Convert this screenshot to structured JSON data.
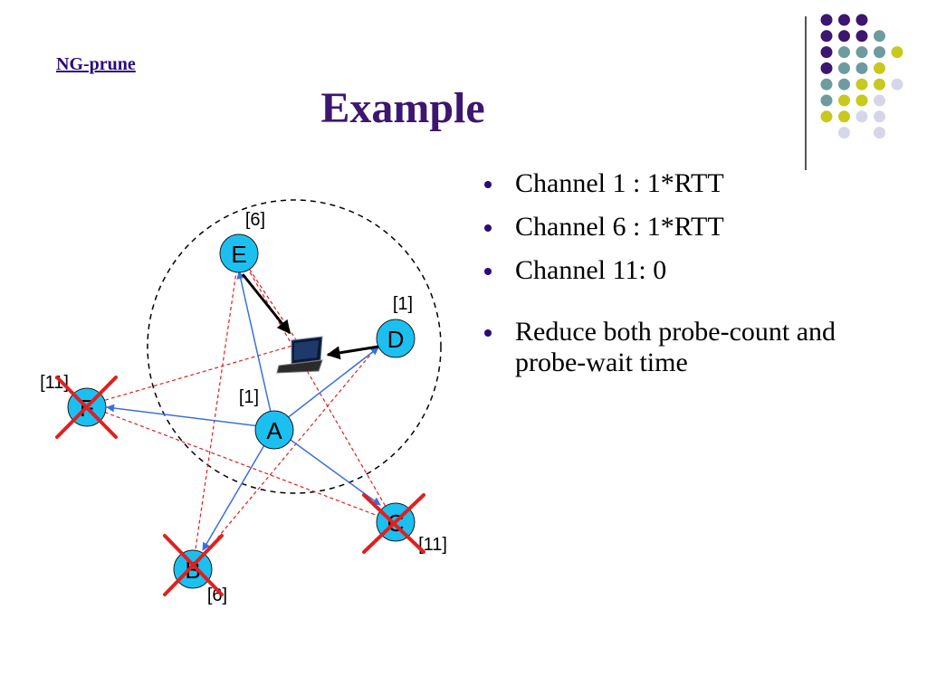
{
  "header": {
    "link_label": "NG-prune"
  },
  "slide": {
    "title": "Example"
  },
  "bullets": [
    "Channel 1 : 1*RTT",
    "Channel 6 : 1*RTT",
    "Channel 11: 0",
    "Reduce both probe-count and probe-wait time"
  ],
  "diagram": {
    "nodes": {
      "A": {
        "label": "A",
        "channel": "[1]",
        "pruned": false
      },
      "B": {
        "label": "B",
        "channel": "[6]",
        "pruned": true
      },
      "C": {
        "label": "C",
        "channel": "[11]",
        "pruned": true
      },
      "D": {
        "label": "D",
        "channel": "[1]",
        "pruned": false
      },
      "E": {
        "label": "E",
        "channel": "[6]",
        "pruned": false
      },
      "F": {
        "label": "F",
        "channel": "[11]",
        "pruned": true
      }
    },
    "laptop_icon": "laptop-icon",
    "colors": {
      "node_fill": "#1cc0f0",
      "blue_link": "#3a6fe0",
      "red_link": "#e02020",
      "cross": "#e02020",
      "range_circle": "#000000"
    }
  },
  "decoration": {
    "dot_colors": [
      "#3d1670",
      "#6e9b9e",
      "#c8c81e",
      "#d6d6ea"
    ]
  }
}
